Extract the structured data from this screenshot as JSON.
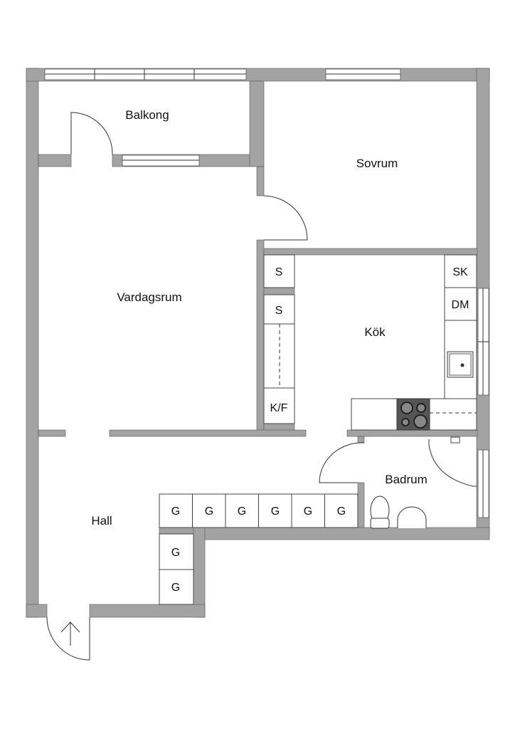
{
  "rooms": {
    "balkong": "Balkong",
    "sovrum": "Sovrum",
    "vardagsrum": "Vardagsrum",
    "kok": "Kök",
    "badrum": "Badrum",
    "hall": "Hall"
  },
  "fixtures": {
    "closet_1": "S",
    "closet_2": "S",
    "fridge_freezer": "K/F",
    "sk": "SK",
    "dishwasher": "DM",
    "storage": [
      "G",
      "G",
      "G",
      "G",
      "G",
      "G",
      "G",
      "G"
    ]
  },
  "colors": {
    "wall": "#a3a3a3",
    "stove": "#555555"
  }
}
